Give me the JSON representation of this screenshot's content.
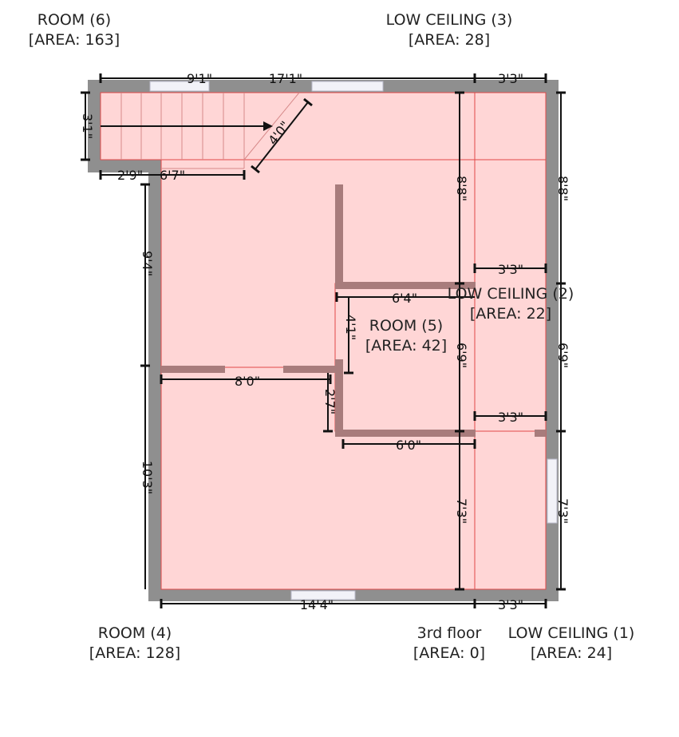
{
  "rooms": [
    {
      "name": "ROOM (6)",
      "area": "[AREA: 163]"
    },
    {
      "name": "LOW CEILING (3)",
      "area": "[AREA: 28]"
    },
    {
      "name": "LOW CEILING (2)",
      "area": "[AREA: 22]"
    },
    {
      "name": "ROOM (5)",
      "area": "[AREA: 42]"
    },
    {
      "name": "ROOM (4)",
      "area": "[AREA: 128]"
    },
    {
      "name": "3rd floor",
      "area": "[AREA: 0]"
    },
    {
      "name": "LOW CEILING (1)",
      "area": "[AREA: 24]"
    }
  ],
  "dimensions": {
    "top_stair": "9'1\"",
    "top_main": "17'1\"",
    "top_right": "3'3\"",
    "stair_height": "3'1\"",
    "stair_ledge": "2'9\"",
    "stair_run": "6'7\"",
    "stair_diag": "4'0\"",
    "right_upper_inner": "8'8\"",
    "right_upper_outer": "8'8\"",
    "left_upper": "9'4\"",
    "low2_width_top": "3'3\"",
    "room5_width": "6'4\"",
    "room5_height": "4'1\"",
    "right_mid_inner": "6'9\"",
    "right_mid_outer": "6'9\"",
    "hall_width": "8'0\"",
    "step_height": "2'7\"",
    "low2_width_bottom": "3'3\"",
    "room5_bottom": "6'0\"",
    "left_lower": "10'3\"",
    "right_lower_inner": "7'3\"",
    "right_lower_outer": "7'3\"",
    "bottom_main": "14'4\"",
    "bottom_right": "3'3\""
  },
  "colors": {
    "floor": "#ffd6d6",
    "wall": "#8f8f8f",
    "interior_wall": "#a87c7c",
    "room_edge": "#e04848"
  }
}
